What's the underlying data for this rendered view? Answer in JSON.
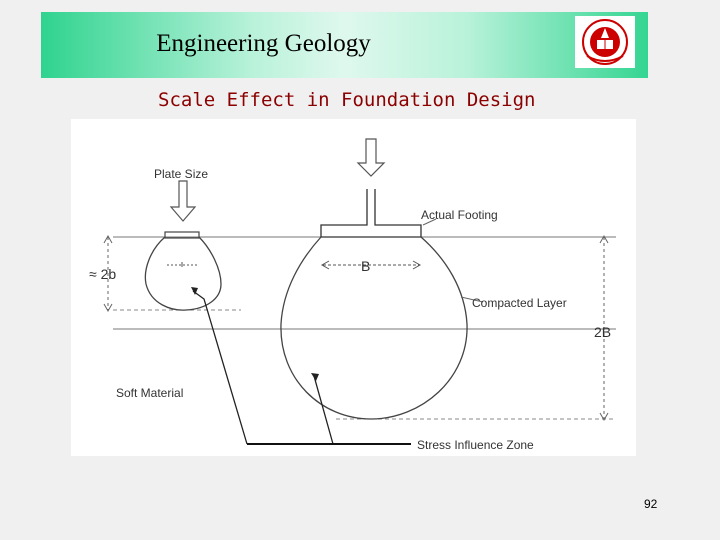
{
  "slide": {
    "title": "Engineering Geology",
    "subtitle": "Scale Effect in Foundation Design",
    "page_number": "92"
  },
  "diagram": {
    "labels": {
      "plate_size": "Plate Size",
      "actual_footing": "Actual Footing",
      "b_small": "≈ 2b",
      "b_width": "B",
      "compacted_layer": "Compacted Layer",
      "two_b": "2B",
      "soft_material": "Soft Material",
      "stress_influence_zone": "Stress Influence Zone"
    }
  },
  "colors": {
    "header_green": "#2fd38f",
    "subtitle_red": "#8b0000",
    "logo_red": "#cc0000"
  }
}
